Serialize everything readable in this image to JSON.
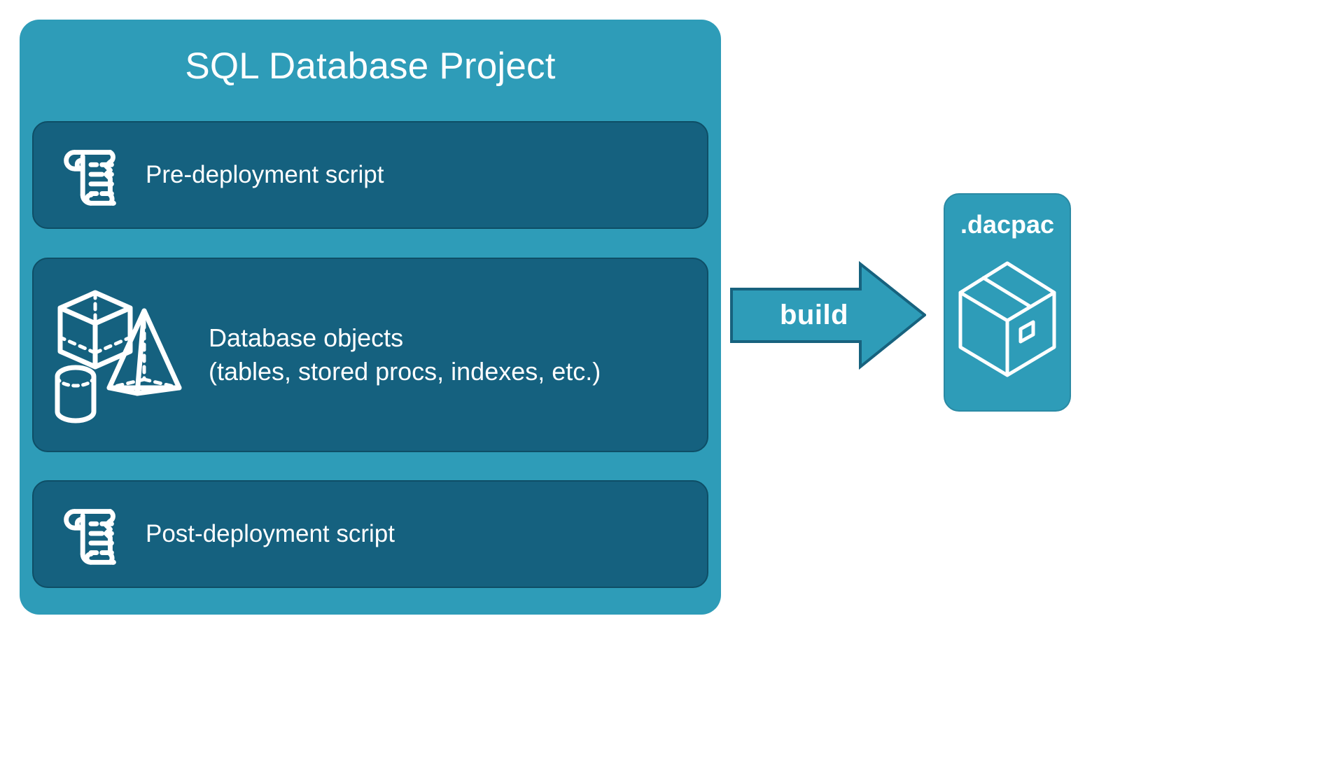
{
  "diagram": {
    "type": "flow-diagram",
    "background_color": "#FFFFFF",
    "title": "SQL Database Project build to .dacpac"
  },
  "project": {
    "title": "SQL Database Project",
    "container_color": "#2E9CB8",
    "card_color": "#15617F",
    "items": [
      {
        "id": "pre-deployment",
        "label": "Pre-deployment script",
        "icon": "scroll-icon"
      },
      {
        "id": "database-objects",
        "label": "Database objects\n(tables, stored procs, indexes, etc.)",
        "icon": "shapes-3d-icon",
        "sub_icons": [
          "cube-icon",
          "pyramid-icon",
          "cylinder-icon"
        ]
      },
      {
        "id": "post-deployment",
        "label": "Post-deployment script",
        "icon": "scroll-icon"
      }
    ]
  },
  "arrow": {
    "label": "build",
    "fill_color": "#2E9CB8",
    "stroke_color": "#17627E",
    "direction": "right",
    "icon": "arrow-right-icon"
  },
  "output": {
    "title": ".dacpac",
    "icon": "package-box-icon",
    "panel_color": "#2E9CB8"
  }
}
